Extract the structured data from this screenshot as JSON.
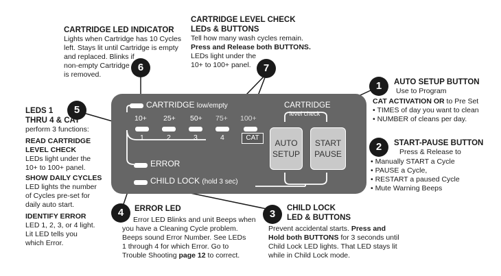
{
  "callout6": {
    "badge": "6",
    "title": "CARTRIDGE LED INDICATOR",
    "lines": [
      "Lights when Cartridge has 10 Cycles",
      "left. Stays lit until Cartridge is empty",
      "and replaced. Blinks if",
      "non-empty Cartridge",
      "is removed."
    ]
  },
  "callout7": {
    "badge": "7",
    "title1": "CARTRIDGE LEVEL CHECK",
    "title2": "LEDs & BUTTONS",
    "line1": "Tell how many wash cycles remain.",
    "line2": "Press and Release both BUTTONS.",
    "line3": "LEDs light under the",
    "line4": "10+ to 100+ panel."
  },
  "callout1": {
    "badge": "1",
    "title": "AUTO SETUP BUTTON",
    "sub": "Use to Program",
    "bold": "CAT ACTIVATION OR",
    "rest": " to Pre Set",
    "bullets": [
      "• TIMES of day you want to clean",
      "• NUMBER of cleans per day."
    ]
  },
  "callout2": {
    "badge": "2",
    "title": "START-PAUSE BUTTON",
    "sub": "Press & Release to",
    "bullets": [
      "• Manually START a Cycle",
      "• PAUSE a Cycle,",
      "• RESTART a paused Cycle",
      "• Mute Warning Beeps"
    ]
  },
  "callout5": {
    "badge": "5",
    "title1": "LEDS 1",
    "title2": "THRU 4 & CAT",
    "sub": "perform 3 functions:",
    "s1_title1": "READ CARTRIDGE",
    "s1_title2": "LEVEL CHECK",
    "s1_lines": [
      "LEDs light under the",
      "10+ to 100+ panel."
    ],
    "s2_title": "SHOW DAILY CYCLES",
    "s2_lines": [
      "LED lights the number",
      "of Cycles pre-set for",
      "daily auto start."
    ],
    "s3_title": "IDENTIFY ERROR",
    "s3_lines": [
      "LED 1, 2, 3, or 4 light.",
      "Lit LED tells you",
      "which Error."
    ]
  },
  "callout4": {
    "badge": "4",
    "title": "ERROR LED",
    "lines": [
      "Error LED Blinks and unit Beeps when",
      "you have a Cleaning Cycle problem.",
      "Beeps sound Error Number. See LEDs",
      "1 through 4 for which Error. Go to"
    ],
    "last_prefix": "Trouble Shooting ",
    "last_bold": "page 12",
    "last_suffix": " to correct."
  },
  "callout3": {
    "badge": "3",
    "title1": "CHILD LOCK",
    "title2": "LED & BUTTONS",
    "line1": "Prevent accidental starts. ",
    "line1_bold": "Press and",
    "line2_bold": "Hold both BUTTONS",
    "line2_rest": " for 3 seconds until",
    "line3": "Child Lock LED lights. That LED stays lit",
    "line4": "while in Child Lock mode."
  },
  "panel": {
    "cartridge_label": "CARTRIDGE",
    "cartridge_sub": "low/empty",
    "level_title": "CARTRIDGE",
    "level_sub": "level check",
    "levels": [
      "10+",
      "25+",
      "50+",
      "75+",
      "100+"
    ],
    "numbers": [
      "1",
      "2",
      "3",
      "4"
    ],
    "cat": "CAT",
    "error": "ERROR",
    "child_lock": "CHILD LOCK",
    "child_lock_sub": "(hold 3 sec)",
    "auto1": "AUTO",
    "auto2": "SETUP",
    "start1": "START",
    "start2": "PAUSE"
  }
}
